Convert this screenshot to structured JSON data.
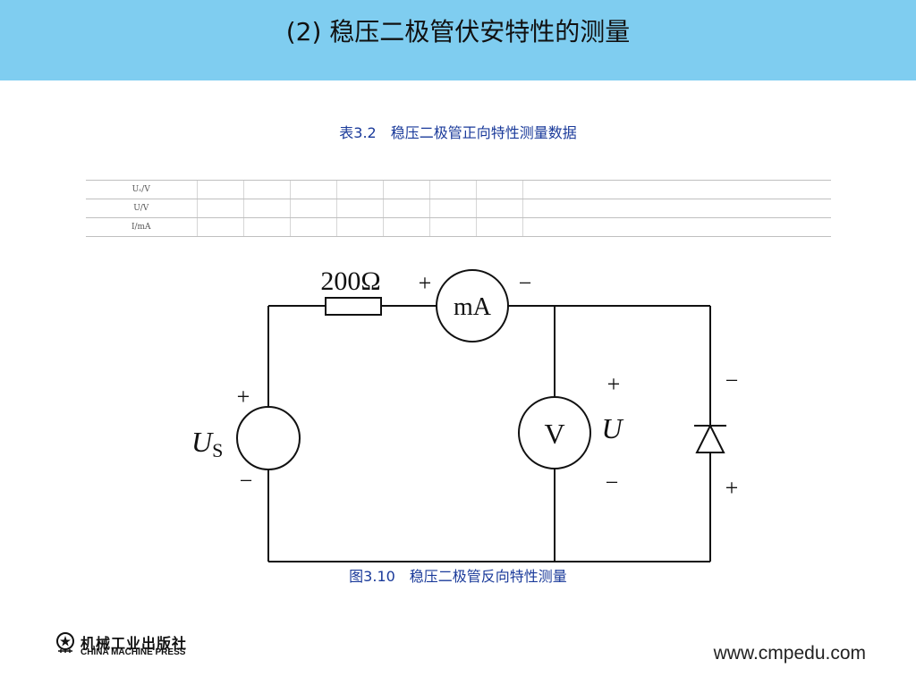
{
  "slide": {
    "title": "(2) 稳压二极管伏安特性的测量"
  },
  "table": {
    "caption": "表3.2　稳压二极管正向特性测量数据",
    "rows": [
      {
        "label": "Uₛ/V"
      },
      {
        "label": "U/V"
      },
      {
        "label": "I/mA"
      }
    ],
    "empty_columns": 7
  },
  "circuit": {
    "resistor_label": "200Ω",
    "ammeter_label": "mA",
    "ammeter_plus": "+",
    "ammeter_minus": "−",
    "source_label_main": "U",
    "source_label_sub": "S",
    "source_plus": "+",
    "source_minus": "−",
    "voltmeter_label": "V",
    "voltage_label": "U",
    "voltage_plus": "+",
    "voltage_minus": "−",
    "diode_top_sign": "−",
    "diode_bottom_sign": "+",
    "caption": "图3.10　稳压二极管反向特性测量"
  },
  "footer": {
    "publisher_cn": "机械工业出版社",
    "publisher_en": "CHINA MACHINE PRESS",
    "website": "www.cmpedu.com"
  }
}
